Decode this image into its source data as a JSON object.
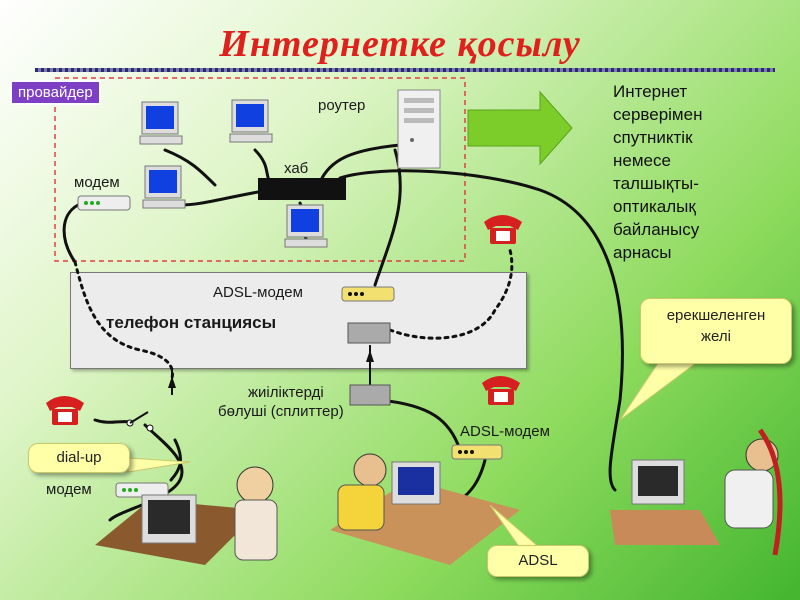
{
  "title": "Интернетке қосылу",
  "labels": {
    "provider": "провайдер",
    "router": "роутер",
    "hub": "хаб",
    "modem_top": "модем",
    "adsl_modem_station": "ADSL-модем",
    "station": "телефон станциясы",
    "splitter_line1": "жиіліктерді",
    "splitter_line2": "бөлуші (сплиттер)",
    "adsl_modem_user": "ADSL-модем",
    "modem_bottom": "модем"
  },
  "side_text": [
    "Интернет",
    "серверімен",
    "спутниктік",
    "немесе",
    "талшықты-",
    "оптикалық",
    "байланысу",
    "арнасы"
  ],
  "callouts": {
    "dedicated_line": [
      "ерекшеленген",
      "желі"
    ],
    "dialup": "dial-up",
    "adsl": "ADSL"
  },
  "colors": {
    "title": "#e0201c",
    "provider_tag": "#7d3fc4",
    "callout": "#ffffa8",
    "arrow": "#7ccd2a",
    "phone": "#d62020"
  }
}
